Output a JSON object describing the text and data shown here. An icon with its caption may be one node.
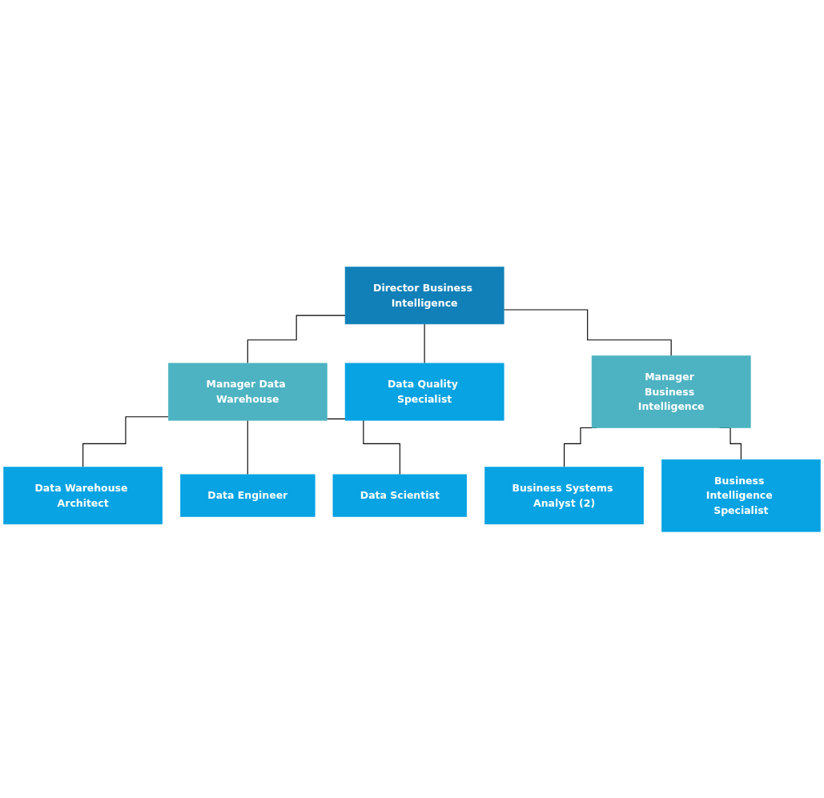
{
  "diagram": {
    "nodes": [
      {
        "text": [
          "Director Business Intelligence"
        ]
      },
      {
        "text": [
          "Manager Data Warehouse"
        ]
      },
      {
        "text": [
          "Data Quality Specialist"
        ]
      },
      {
        "text": [
          "Manager Business Intelligence"
        ]
      },
      {
        "text": [
          "Data Warehouse Architect"
        ]
      },
      {
        "text": [
          "Data Engineer"
        ]
      },
      {
        "text": [
          "Data Scientist"
        ]
      },
      {
        "text": [
          "Business Systems Analyst (2)"
        ]
      },
      {
        "text": [
          "Business Intelligence Specialist"
        ]
      }
    ],
    "edges": [
      {
        "from": 0,
        "to": 1,
        "arrow": "none"
      },
      {
        "from": 0,
        "to": 2,
        "arrow": "none"
      },
      {
        "from": 0,
        "to": 3,
        "arrow": "none"
      },
      {
        "from": 1,
        "to": 4,
        "arrow": "none"
      },
      {
        "from": 1,
        "to": 5,
        "arrow": "none"
      },
      {
        "from": 1,
        "to": 6,
        "arrow": "none"
      },
      {
        "from": 3,
        "to": 7,
        "arrow": "none"
      },
      {
        "from": 3,
        "to": 8,
        "arrow": "none"
      }
    ]
  }
}
